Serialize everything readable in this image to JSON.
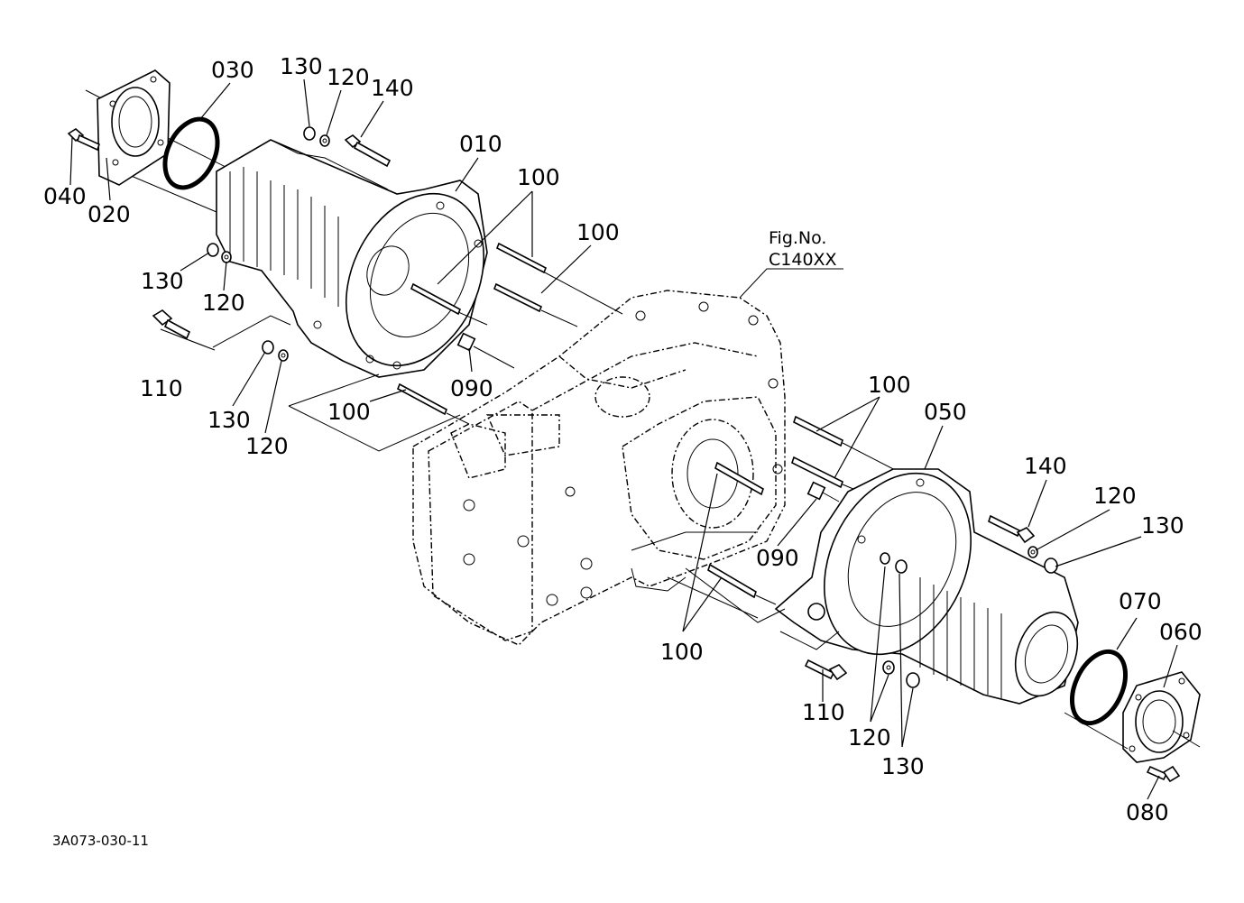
{
  "figure_ref": {
    "line1": "Fig.No.",
    "line2": "C140XX"
  },
  "drawing_code": "3A073-030-11",
  "labels": {
    "p030": "030",
    "p130_top": "130",
    "p120_top": "120",
    "p140_top": "140",
    "p010": "010",
    "p100_a": "100",
    "p100_b": "100",
    "p040": "040",
    "p020": "020",
    "p130_mid": "130",
    "p120_mid": "120",
    "p110_left": "110",
    "p090_left": "090",
    "p130_low": "130",
    "p120_low": "120",
    "p100_c": "100",
    "p100_d": "100",
    "p050": "050",
    "p140_right": "140",
    "p120_right": "120",
    "p130_right": "130",
    "p090_right": "090",
    "p100_e": "100",
    "p070": "070",
    "p060": "060",
    "p110_right": "110",
    "p120_bottom": "120",
    "p130_bottom": "130",
    "p080": "080"
  }
}
